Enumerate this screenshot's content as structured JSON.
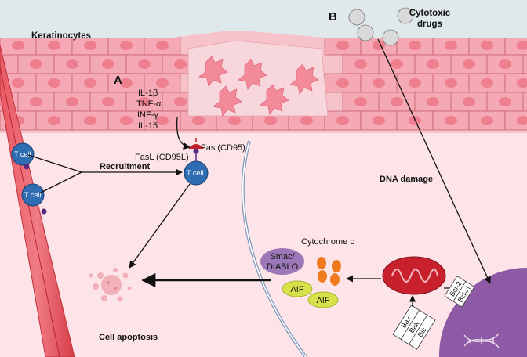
{
  "labels": {
    "panel_a": "A",
    "panel_b": "B",
    "keratinocytes": "Keratinocytes",
    "cytotoxic_drugs": [
      "Cytotoxic",
      "drugs"
    ],
    "cytokines": [
      "IL-1β",
      "TNF-α",
      "INF-γ",
      "IL-15"
    ],
    "fasl": "FasL (CD95L)",
    "fas": "Fas (CD95)",
    "recruitment": "Recruitment",
    "t_cell": "T cell",
    "dna_damage": "DNA damage",
    "cytochrome_c": "Cytochrome c",
    "smac": [
      "Smac/",
      "DIABLO"
    ],
    "aif": "AIF",
    "bcl": [
      "Bcl-2",
      "Bcl-xl"
    ],
    "bax": [
      "Bax",
      "Bak",
      "Bic"
    ],
    "cell_apoptosis": "Cell apoptosis"
  },
  "colors": {
    "background": "#fce4e8",
    "skin_top": "#dfe9ec",
    "cell_fill": "#f4a9b4",
    "vessel": "#e04a55",
    "t_cell": "#2f6db3",
    "mitochondria": "#c8202c",
    "nucleus": "#8e5aa6",
    "aif": "#d7e24a",
    "smac": "#9c78b8",
    "cytochrome": "#f07a1e"
  }
}
